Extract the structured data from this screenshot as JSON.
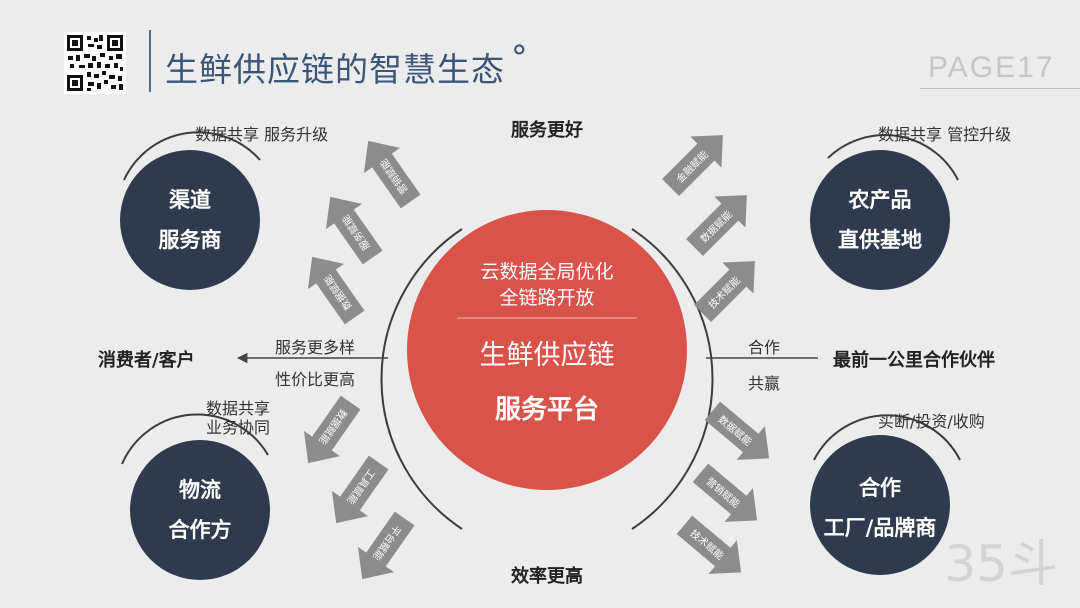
{
  "slide": {
    "title": "生鲜供应链的智慧生态",
    "title_mark": "°",
    "page": "PAGE17",
    "watermark": "35斗"
  },
  "hub": {
    "line1": "云数据全局优化",
    "line2": "全链路开放",
    "line3": "生鲜供应链",
    "line4": "服务平台",
    "color": "#d9534a"
  },
  "top_label": "服务更好",
  "bottom_label": "效率更高",
  "nodes": {
    "channel": {
      "line1": "渠道",
      "line2": "服务商",
      "caption": "数据共享  服务升级"
    },
    "farm": {
      "line1": "农产品",
      "line2": "直供基地",
      "caption": "数据共享 管控升级"
    },
    "logistics": {
      "line1": "物流",
      "line2": "合作方",
      "caption_line1": "数据共享",
      "caption_line2": "业务协同"
    },
    "factory": {
      "line1": "合作",
      "line2": "工厂/品牌商",
      "caption": "买断/投资/收购"
    },
    "color": "#2f3a4e"
  },
  "left": {
    "target": "消费者/客户",
    "line1": "服务更多样",
    "line2": "性价比更高"
  },
  "right": {
    "target": "最前一公里合作伙伴",
    "line1": "合作",
    "line2": "共赢"
  },
  "arrows": {
    "top_left": [
      "营销赋能",
      "服务赋能",
      "数据赋能"
    ],
    "top_right": [
      "金融赋能",
      "数据赋能",
      "技术赋能"
    ],
    "bottom_left": [
      "数据赋能",
      "工具赋能",
      "平台赋能"
    ],
    "bottom_right": [
      "数据赋能",
      "营销赋能",
      "技术赋能"
    ],
    "color": "#8c8c8c"
  }
}
